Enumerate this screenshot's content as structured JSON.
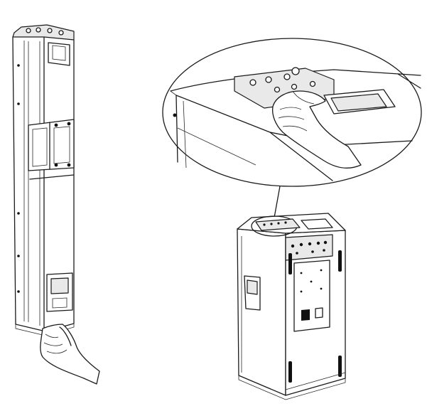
{
  "figure": {
    "icons": [
      "column-speaker",
      "carrying-hand",
      "subwoofer-cabinet",
      "magnified-top-panel",
      "hand-on-handle"
    ]
  }
}
